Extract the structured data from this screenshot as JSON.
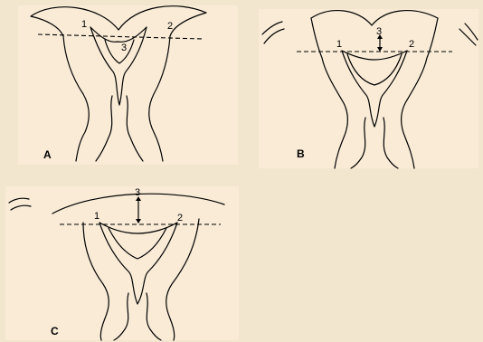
{
  "panels": [
    {
      "letter": "A",
      "points": [
        "1",
        "2",
        "3"
      ]
    },
    {
      "letter": "B",
      "points": [
        "1",
        "2",
        "3"
      ]
    },
    {
      "letter": "C",
      "points": [
        "1",
        "2",
        "3"
      ]
    }
  ]
}
